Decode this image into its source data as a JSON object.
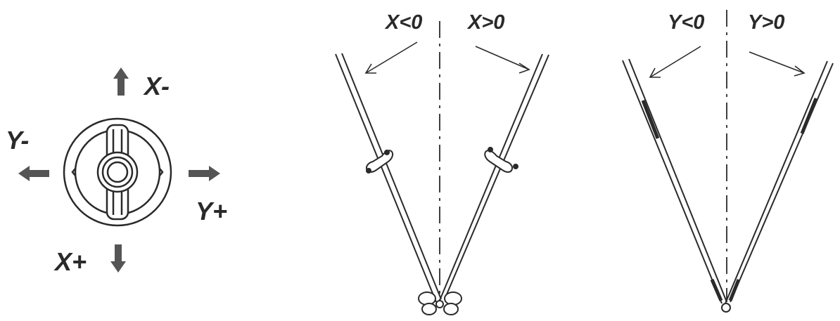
{
  "colors": {
    "ink": "#2a2a2a",
    "arrow": "#555555",
    "paper": "#ffffff"
  },
  "axis_key": {
    "x_minus": "X-",
    "x_plus": "X+",
    "y_minus": "Y-",
    "y_plus": "Y+"
  },
  "x_tilt": {
    "negative": "X<0",
    "positive": "X>0"
  },
  "y_tilt": {
    "negative": "Y<0",
    "positive": "Y>0"
  },
  "icons": [
    "arrow-up-icon",
    "arrow-down-icon",
    "arrow-left-icon",
    "arrow-right-icon",
    "knob-icon",
    "probe-icon",
    "motion-arrow-icon"
  ]
}
